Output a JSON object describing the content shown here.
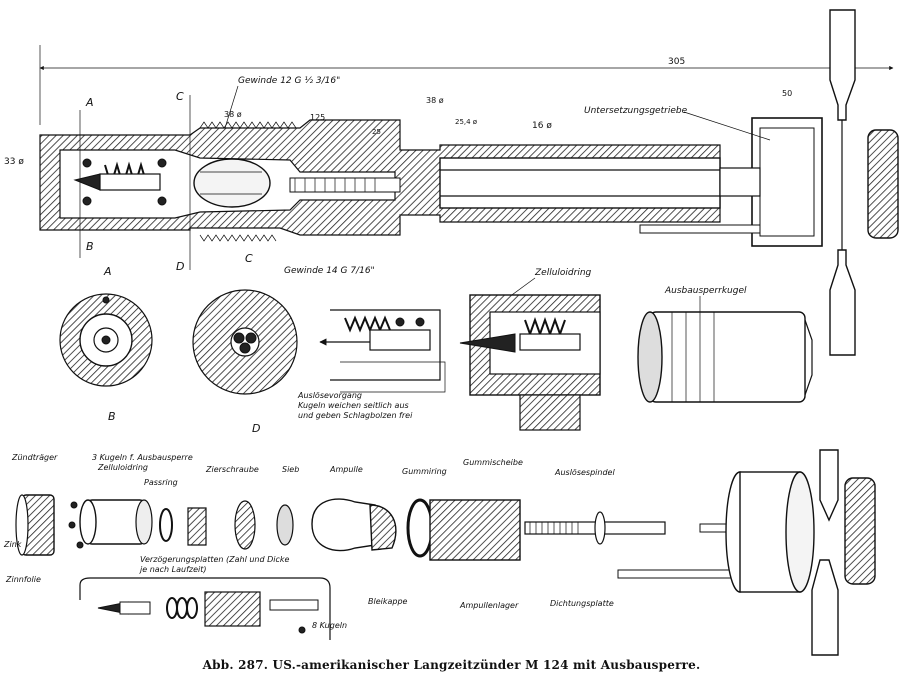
{
  "caption": "Abb. 287. US.-amerikanischer Langzeitzünder M 124 mit Ausbausperre.",
  "section_view": {
    "labels": {
      "A": "A",
      "B": "B",
      "C": "C",
      "D": "D",
      "gewinde_top": "Gewinde 12 G ½ 3/16\"",
      "gewinde_bottom": "Gewinde 14 G 7/16\"",
      "untersetzungsgetriebe": "Untersetzungsgetriebe"
    },
    "dimensions": {
      "overall": "305",
      "d33": "33 ø",
      "d38a": "38 ø",
      "d38b": "38 ø",
      "len125": "125",
      "d25": "25,4 ø",
      "d16": "16 ø",
      "w50": "50",
      "small25": "25"
    }
  },
  "detail_views": {
    "section_A": "A",
    "section_B": "B",
    "section_C": "C",
    "section_D": "D",
    "zelluloidring": "Zelluloidring",
    "ausloesevorgang": "Auslösevorgang",
    "ausloese_text_1": "Kugeln weichen seitlich aus",
    "ausloese_text_2": "und geben Schlagbolzen frei",
    "ausbausperrkugel": "Ausbausperrkugel"
  },
  "exploded_view": {
    "zuendtraeger": "Zündträger",
    "kugeln": "3 Kugeln f. Ausbausperre",
    "zelluloidring": "Zelluloidring",
    "passring": "Passring",
    "zierschraube": "Zierschraube",
    "sieb": "Sieb",
    "ampulle": "Ampulle",
    "gummiring": "Gummiring",
    "gummischeibe": "Gummischeibe",
    "ausloesespindel": "Auslösespindel",
    "zink": "Zink",
    "zinnfolie": "Zinnfolie",
    "verzoegerungsplatten_1": "Verzögerungsplatten (Zahl und Dicke",
    "verzoegerungsplatten_2": "je nach Laufzeit)",
    "bleikappe": "Bleikappe",
    "ampullenlager": "Ampullenlager",
    "dichtungsplatte": "Dichtungsplatte",
    "kugeln8": "8 Kugeln"
  }
}
